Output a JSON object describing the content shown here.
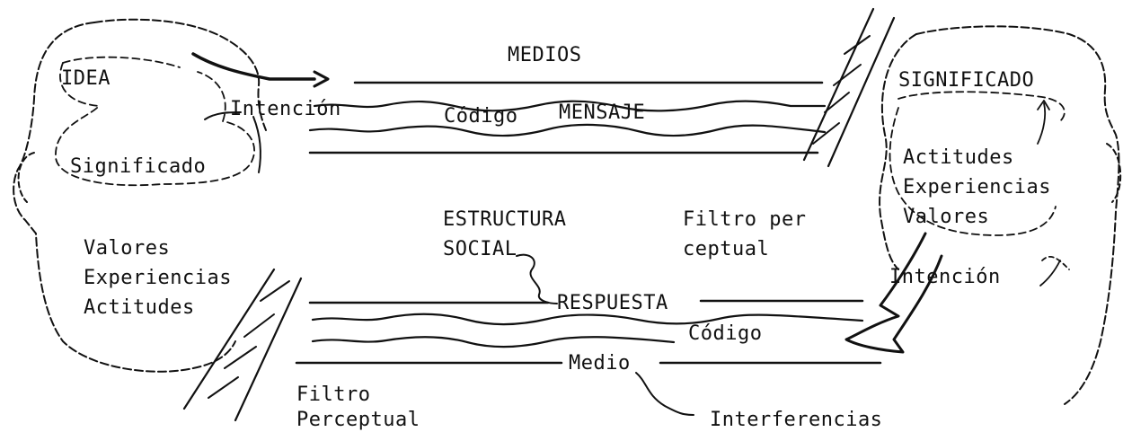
{
  "sender": {
    "idea": "IDEA",
    "intencion": "Intención",
    "significado": "Significado",
    "factors": [
      "Valores",
      "Experiencias",
      "Actitudes"
    ]
  },
  "top_channel": {
    "medios": "MEDIOS",
    "codigo": "Código",
    "mensaje": "MENSAJE"
  },
  "receiver": {
    "significado": "SIGNIFICADO",
    "factors": [
      "Actitudes",
      "Experiencias",
      "Valores"
    ],
    "intencion": "Intención"
  },
  "middle": {
    "estructura": "ESTRUCTURA",
    "social": "SOCIAL",
    "filtro_1": "Filtro per",
    "filtro_2": "ceptual"
  },
  "bottom_channel": {
    "respuesta": "RESPUESTA",
    "codigo": "Código",
    "medio": "Medio"
  },
  "filter_left": {
    "line1": "Filtro",
    "line2": "Perceptual"
  },
  "interferencias": "Interferencias",
  "colors": {
    "ink": "#111111",
    "paper": "#ffffff"
  }
}
